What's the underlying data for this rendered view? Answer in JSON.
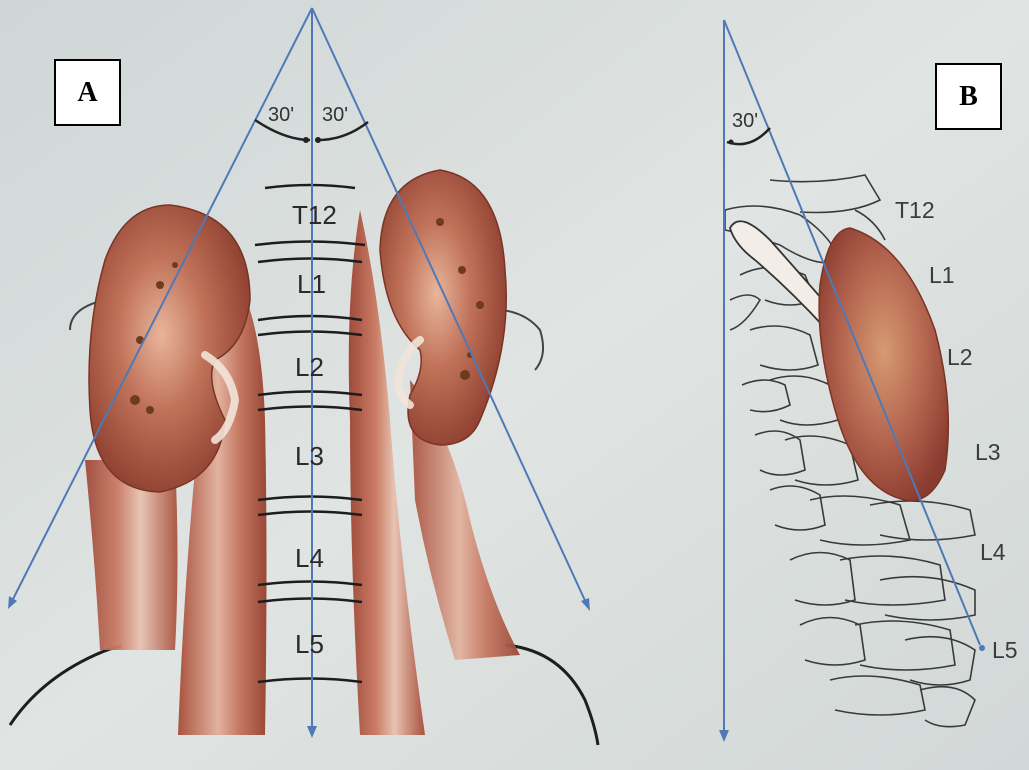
{
  "panels": {
    "a": {
      "letter": "A",
      "angle_left": "30'",
      "angle_right": "30'",
      "vertebrae": [
        "T12",
        "L1",
        "L2",
        "L3",
        "L4",
        "L5"
      ]
    },
    "b": {
      "letter": "B",
      "angle": "30'",
      "vertebrae": [
        "T12",
        "L1",
        "L2",
        "L3",
        "L4",
        "L5"
      ]
    }
  },
  "colors": {
    "background": "#d9dedd",
    "kidney": "#a6523e",
    "muscle": "#b55a48",
    "axis_line": "#4f79b6",
    "outline": "#2b2b2b"
  }
}
